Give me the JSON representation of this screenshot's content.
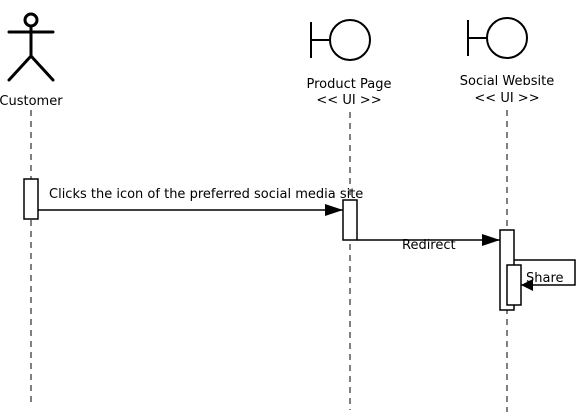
{
  "participants": [
    {
      "name": "Customer",
      "stereotype": "",
      "icon": "actor-stick-figure-icon"
    },
    {
      "name": "Product Page",
      "stereotype": "<< UI >>",
      "icon": "boundary-icon"
    },
    {
      "name": "Social Website",
      "stereotype": "<< UI >>",
      "icon": "boundary-icon"
    }
  ],
  "messages": [
    {
      "label": "Clicks the icon of the preferred social media site",
      "from": "Customer",
      "to": "Product Page"
    },
    {
      "label": "Redirect",
      "from": "Product Page",
      "to": "Social Website"
    },
    {
      "label": "Share",
      "from": "Social Website",
      "to": "Social Website"
    }
  ]
}
